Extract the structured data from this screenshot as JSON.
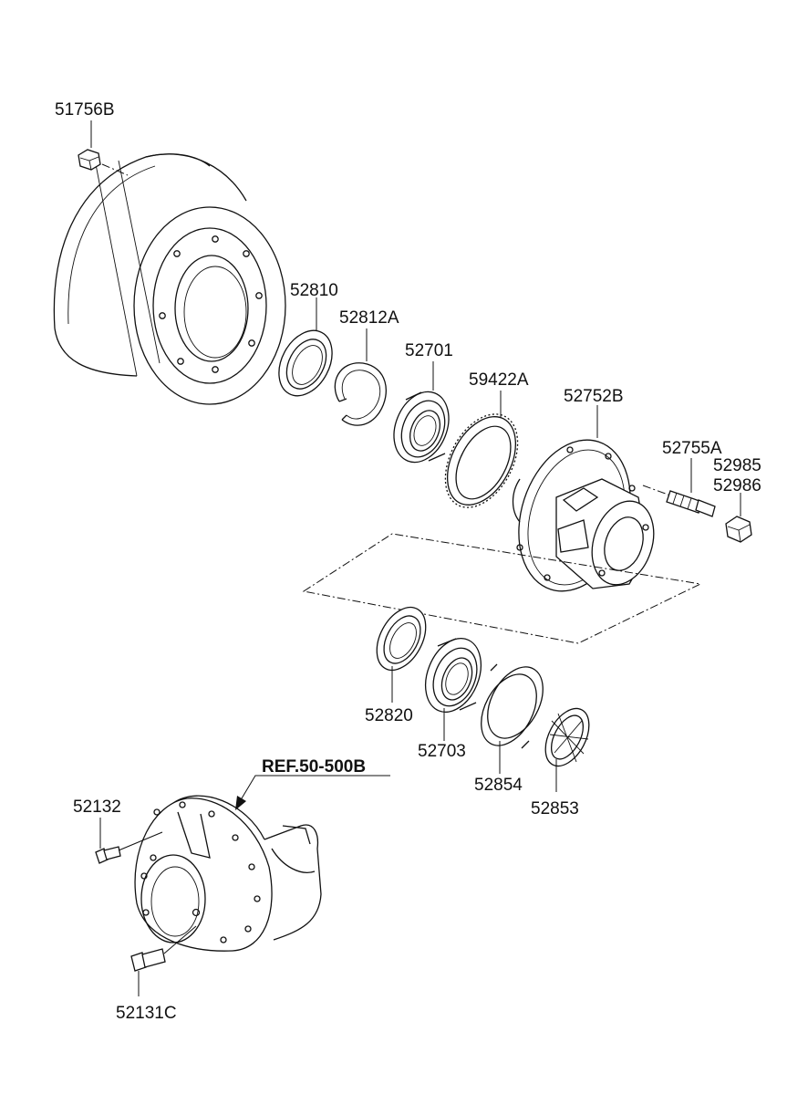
{
  "diagram": {
    "reference": "REF.50-500B",
    "parts": {
      "p51756B": "51756B",
      "p52810": "52810",
      "p52812A": "52812A",
      "p52701": "52701",
      "p59422A": "59422A",
      "p52752B": "52752B",
      "p52755A": "52755A",
      "p52985": "52985",
      "p52986": "52986",
      "p52820": "52820",
      "p52703": "52703",
      "p52854": "52854",
      "p52853": "52853",
      "p52132": "52132",
      "p52131C": "52131C"
    }
  }
}
